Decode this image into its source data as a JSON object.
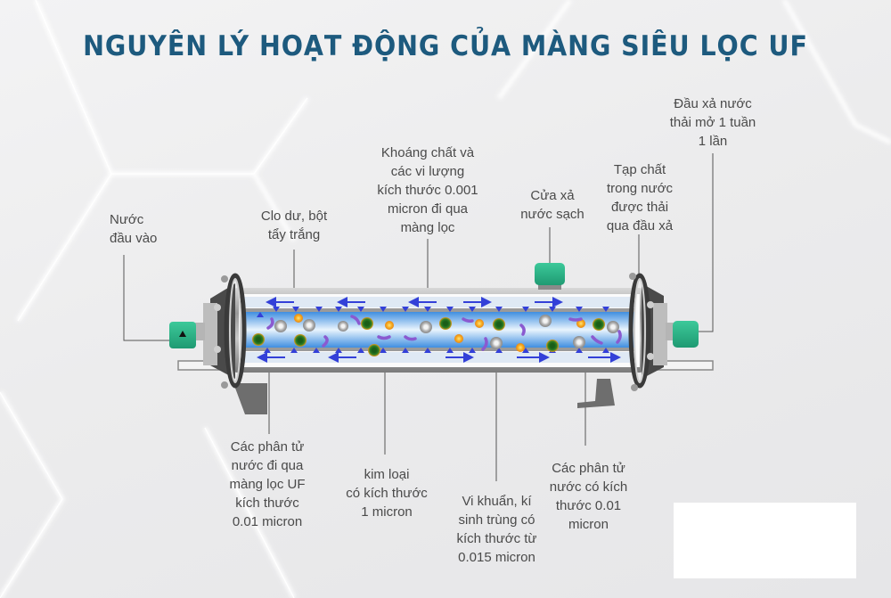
{
  "title": "NGUYÊN LÝ HOẠT ĐỘNG CỦA MÀNG SIÊU LỌC UF",
  "colors": {
    "title": "#1d5a7e",
    "label_text": "#4a4a4a",
    "leader_line": "#555555",
    "fitting_green": "#2bb58a",
    "water_blue": "#5aa6e6",
    "arrow_blue": "#3340d8",
    "particle_green": "#1e6a1e",
    "particle_orange": "#f3a418",
    "particle_gray": "#9a9a9a",
    "bacteria_purple": "#8a5ad0"
  },
  "labels": {
    "inlet": "Nước\nđầu vào",
    "chlorine": "Clo dư, bột\ntẩy trắng",
    "minerals": "Khoáng chất và\ncác vi lượng\nkích thước 0.001\nmicron đi qua\nmàng lọc",
    "clean_outlet": "Cửa xả\nnước sạch",
    "impurities": "Tạp chất\ntrong nước\nđược thải\nqua đầu xả",
    "drain": "Đầu xả nước\nthải mở 1 tuần\n1 lần",
    "water_molecules_uf": "Các phân tử\nnước đi qua\nmàng lọc UF\nkích thước\n0.01 micron",
    "metals": "kim loại\ncó kích thước\n1 micron",
    "bacteria": "Vi khuẩn, kí\nsinh trùng có\nkích thước từ\n0.015 micron",
    "water_molecules": "Các phân tử\nnước có kích\nthước 0.01\nmicron"
  },
  "diagram": {
    "component": "UF membrane filter housing",
    "fittings": [
      "inlet-fitting",
      "clean-water-outlet-fitting",
      "drain-fitting"
    ],
    "particle_types": [
      "metal-particle",
      "mineral-particle",
      "chlorine-particle",
      "bacteria"
    ]
  }
}
